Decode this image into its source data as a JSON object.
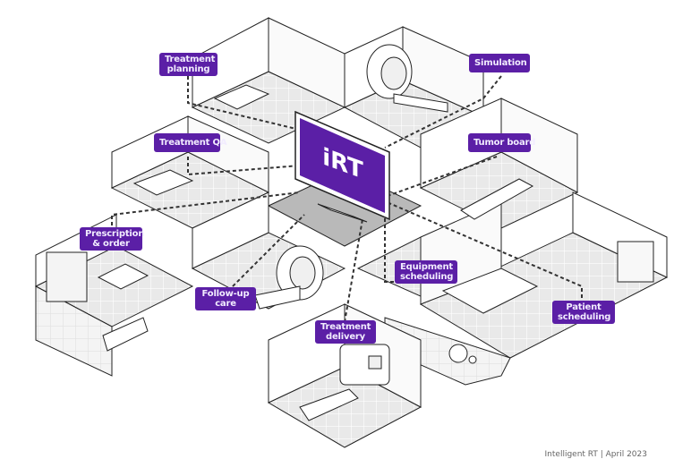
{
  "diagram": {
    "center_screen": {
      "text": "iRT",
      "color": "#5b1fa6"
    },
    "accent_color": "#5b1fa6",
    "labels": [
      {
        "id": "treatment-planning",
        "lines": [
          "Treatment",
          "planning"
        ]
      },
      {
        "id": "simulation",
        "lines": [
          "Simulation"
        ]
      },
      {
        "id": "treatment-qa",
        "lines": [
          "Treatment QA"
        ]
      },
      {
        "id": "tumor-board",
        "lines": [
          "Tumor board"
        ]
      },
      {
        "id": "prescription-order",
        "lines": [
          "Prescription",
          "& order"
        ]
      },
      {
        "id": "equipment-scheduling",
        "lines": [
          "Equipment",
          "scheduling"
        ]
      },
      {
        "id": "follow-up-care",
        "lines": [
          "Follow-up",
          "care"
        ]
      },
      {
        "id": "patient-scheduling",
        "lines": [
          "Patient",
          "scheduling"
        ]
      },
      {
        "id": "treatment-delivery",
        "lines": [
          "Treatment",
          "delivery"
        ]
      }
    ],
    "caption": "Intelligent RT | April 2023"
  }
}
